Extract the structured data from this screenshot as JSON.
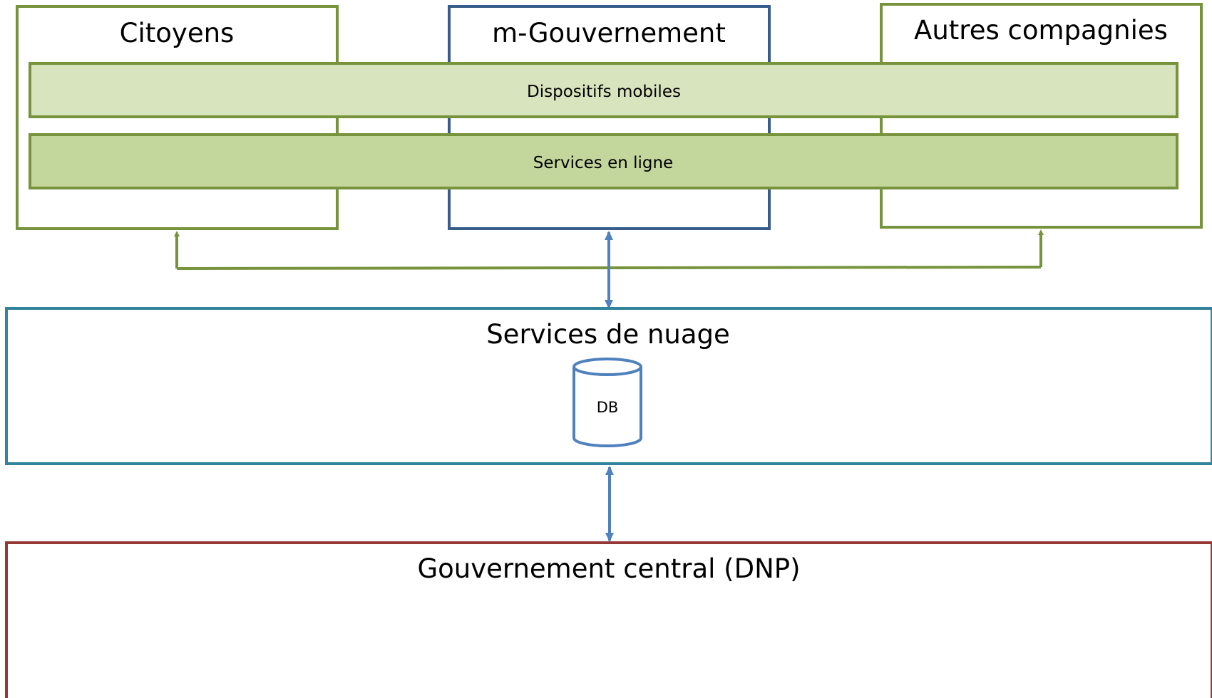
{
  "boxes": {
    "citizens": "Citoyens",
    "m_gov": "m-Gouvernement",
    "other_companies": "Autres compagnies",
    "cloud_services": "Services de nuage",
    "central_gov": "Gouvernement central (DNP)"
  },
  "bands": {
    "mobile_devices": "Dispositifs mobiles",
    "online_services": "Services en ligne"
  },
  "database": {
    "label": "DB"
  },
  "colors": {
    "green_border": "#77933C",
    "blue_border": "#385D8A",
    "teal_border": "#31849B",
    "red_border": "#953735",
    "band_light": "#D7E4BD",
    "band_dark": "#C3D69B",
    "connector_green": "#77933C",
    "connector_blue": "#4F81BD"
  }
}
